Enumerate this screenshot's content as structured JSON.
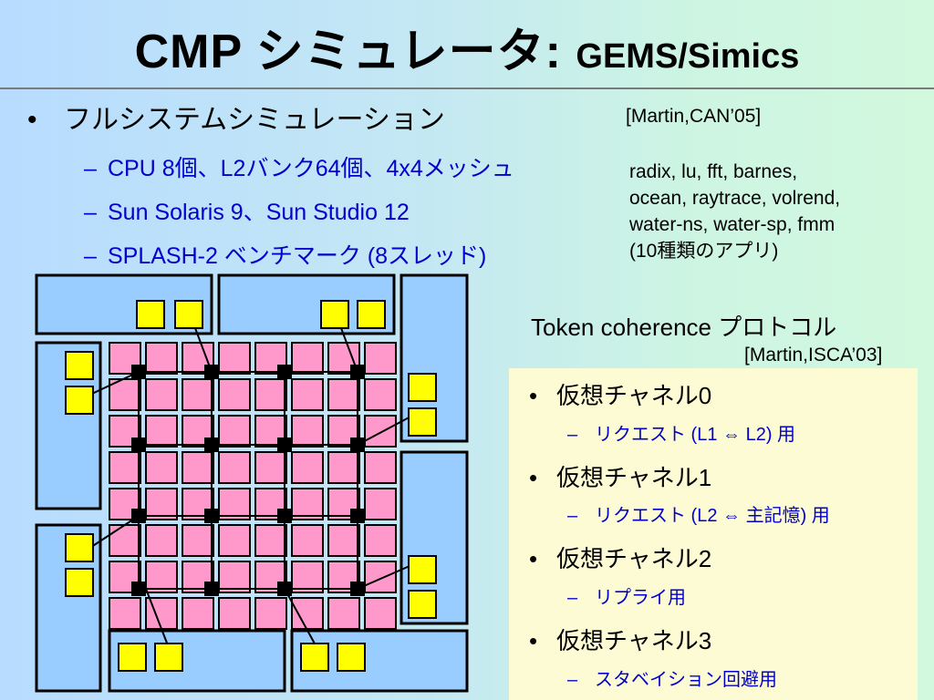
{
  "title": {
    "main": "CMP シミュレータ: ",
    "sub": "GEMS/Simics"
  },
  "left_bullets": {
    "main": "フルシステムシミュレーション",
    "bullet_glyph": "•",
    "dash_glyph": "–",
    "items": [
      "CPU 8個、L2バンク64個、4x4メッシュ",
      "Sun Solaris 9、Sun Studio 12",
      "SPLASH-2 ベンチマーク (8スレッド)"
    ]
  },
  "ref_can": "[Martin,CAN’05]",
  "benchmarks": {
    "lines": [
      "radix, lu, fft, barnes,",
      "ocean, raytrace, volrend,",
      "water-ns, water-sp, fmm",
      "(10種類のアプリ)"
    ]
  },
  "token": {
    "heading": "Token coherence プロトコル",
    "ref": "[Martin,ISCA’03]",
    "channels": [
      {
        "label": "仮想チャネル0",
        "detail": "リクエスト (L1 ⇔ L2) 用"
      },
      {
        "label": "仮想チャネル1",
        "detail": "リクエスト (L2 ⇔ 主記憶) 用"
      },
      {
        "label": "仮想チャネル2",
        "detail": "リプライ用"
      },
      {
        "label": "仮想チャネル3",
        "detail": "スタベイション回避用"
      }
    ]
  },
  "diagram": {
    "mesh_size": 4,
    "l2_bank_rows": 8,
    "l2_bank_cols": 8,
    "cpu_count": 8,
    "colors": {
      "cpu_block": "#99ccff",
      "l2_bank": "#ff99cc",
      "cpu_core": "#ffff00",
      "router": "#000000",
      "background": "#b7dcff",
      "panel": "#fdfbd3",
      "sub_text": "#0000cc"
    }
  }
}
